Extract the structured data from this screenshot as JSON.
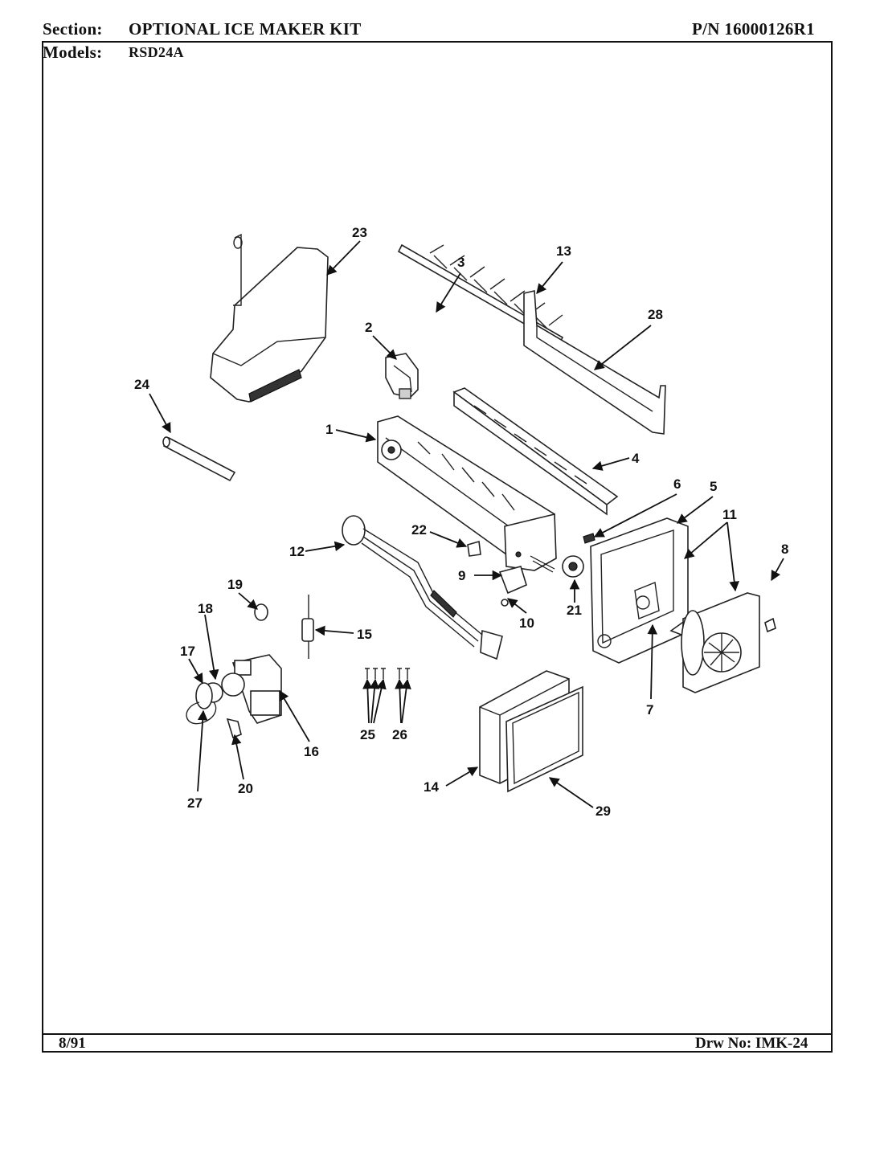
{
  "header": {
    "section_label": "Section:",
    "section_value": "OPTIONAL ICE MAKER KIT",
    "models_label": "Models:",
    "models_value": "RSD24A",
    "part_number": "P/N 16000126R1"
  },
  "footer": {
    "date": "8/91",
    "drawing_number": "Drw No: IMK-24"
  },
  "callouts": {
    "c1": "1",
    "c2": "2",
    "c3": "3",
    "c4": "4",
    "c5": "5",
    "c6": "6",
    "c7": "7",
    "c8": "8",
    "c9": "9",
    "c10": "10",
    "c11": "11",
    "c12": "12",
    "c13": "13",
    "c14": "14",
    "c15": "15",
    "c16": "16",
    "c17": "17",
    "c18": "18",
    "c19": "19",
    "c20": "20",
    "c21": "21",
    "c22": "22",
    "c23": "23",
    "c24": "24",
    "c25": "25",
    "c26": "26",
    "c27": "27",
    "c28": "28",
    "c29": "29"
  }
}
